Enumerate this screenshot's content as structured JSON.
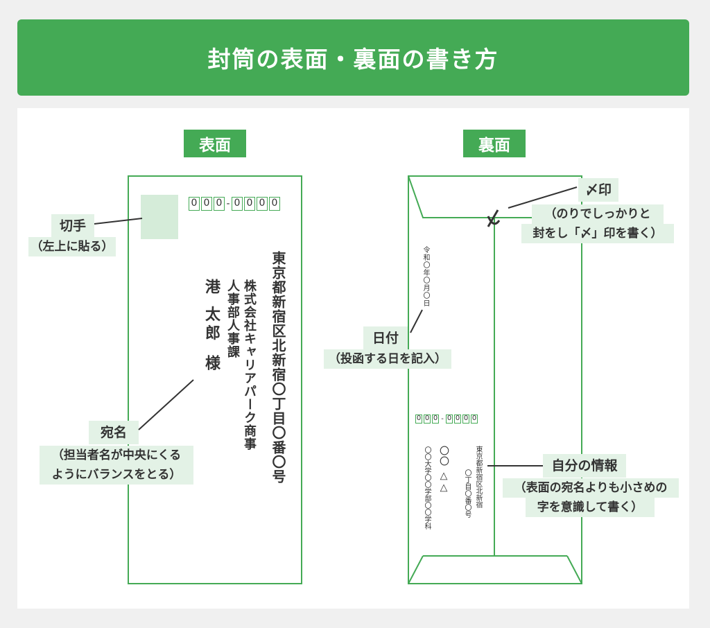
{
  "title": "封筒の表面・裏面の書き方",
  "front": {
    "label": "表面",
    "zip": [
      "0",
      "0",
      "0",
      "-",
      "0",
      "0",
      "0",
      "0"
    ],
    "address": "東京都新宿区北新宿〇丁目〇番〇号",
    "company": "株式会社キャリアパーク商事",
    "department": "人事部人事課",
    "recipient_name": "港 太郎",
    "honorific": "様",
    "stamp_label": "切手",
    "stamp_note": "（左上に貼る）",
    "recipient_label": "宛名",
    "recipient_note_1": "（担当者名が中央にくる",
    "recipient_note_2": "ようにバランスをとる）"
  },
  "back": {
    "label": "裏面",
    "seal_label": "〆印",
    "seal_note_1": "（のりでしっかりと",
    "seal_note_2": "封をし「〆」印を書く）",
    "date_text": "令和〇年〇月〇日",
    "date_label": "日付",
    "date_note": "（投函する日を記入）",
    "zip": [
      "0",
      "0",
      "0",
      "-",
      "0",
      "0",
      "0",
      "0"
    ],
    "sender_address_1": "東京都新宿区北新宿",
    "sender_address_2": "〇丁目〇番〇号",
    "sender_name": "〇〇 △△",
    "sender_school": "〇〇大学〇〇学部〇〇学科",
    "sender_label": "自分の情報",
    "sender_note_1": "（表面の宛名よりも小さめの",
    "sender_note_2": "字を意識して書く）"
  },
  "colors": {
    "accent": "#44aa55",
    "label_bg": "#e3f2e6",
    "stamp_bg": "#d5ecd9"
  }
}
